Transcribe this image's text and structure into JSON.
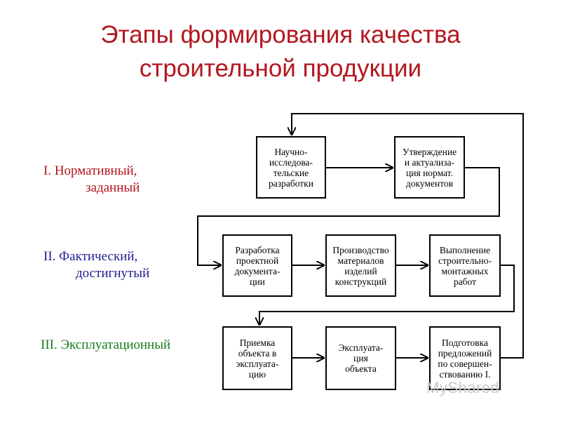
{
  "title": {
    "line1": "Этапы формирования качества",
    "line2": "строительной продукции"
  },
  "stages": [
    {
      "num": "I.",
      "line1": "Нормативный,",
      "line2": "заданный",
      "color": "#b3161f"
    },
    {
      "num": "II.",
      "line1": "Фактический,",
      "line2": "достигнутый",
      "color": "#1f1f8f"
    },
    {
      "num": "III.",
      "line1": "Эксплуатационный",
      "color": "#1a7a1a"
    }
  ],
  "boxes": [
    {
      "id": "b1",
      "text": "Научно-\nисследова-\nтельские\nразработки"
    },
    {
      "id": "b2",
      "text": "Утверждение\nи актуализа-\nция нормат.\nдокументов"
    },
    {
      "id": "b3",
      "text": "Разработка\nпроектной\nдокумента-\nции"
    },
    {
      "id": "b4",
      "text": "Производство\nматериалов\nизделий\nконструкций"
    },
    {
      "id": "b5",
      "text": "Выполнение\nстроительно-\nмонтажных\nработ"
    },
    {
      "id": "b6",
      "text": "Приемка\nобъекта в\nэксплуата-\nцию"
    },
    {
      "id": "b7",
      "text": "Эксплуата-\nция\nобъекта"
    },
    {
      "id": "b8",
      "text": "Подготовка\nпредложений\nпо совершен-\nствованию I."
    }
  ],
  "watermark": "MyShared"
}
